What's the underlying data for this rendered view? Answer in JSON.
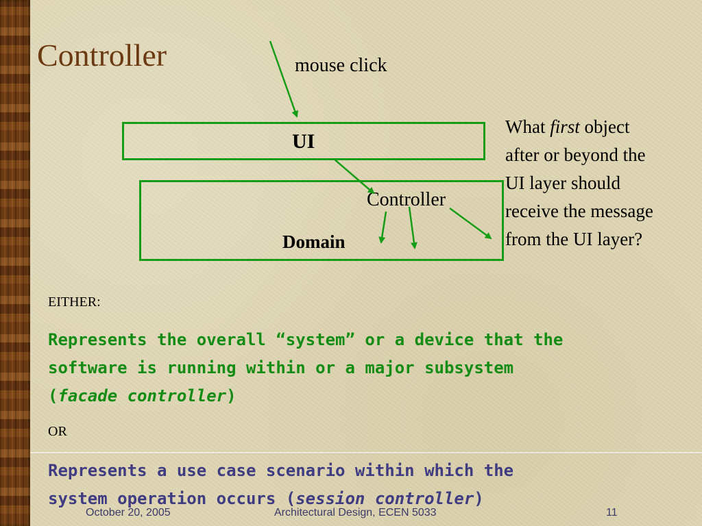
{
  "slide": {
    "title": "Controller",
    "diagram": {
      "mouse_click": "mouse click",
      "ui_label": "UI",
      "controller_label": "Controller",
      "domain_label": "Domain",
      "box_color": "#169c16"
    },
    "question": {
      "line1_a": "What ",
      "line1_em": "first",
      "line1_b": " object",
      "line2": "after or beyond the",
      "line3": "UI layer should",
      "line4": "receive the message",
      "line5": "from the UI layer?"
    },
    "either_label": "EITHER:",
    "option1": {
      "line1": "Represents the overall “system” or a device that the",
      "line2": "software is running within or a major subsystem",
      "line3_a": "(",
      "line3_em": "facade controller",
      "line3_b": ")",
      "color": "#158c15"
    },
    "or_label": "OR",
    "option2": {
      "line1": "Represents a use case scenario within which the",
      "line2_a": "system operation occurs (",
      "line2_em": "session controller",
      "line2_b": ")",
      "color": "#3f3c82"
    },
    "footer": {
      "date": "October 20, 2005",
      "course": "Architectural Design, ECEN 5033",
      "page": "11"
    }
  }
}
